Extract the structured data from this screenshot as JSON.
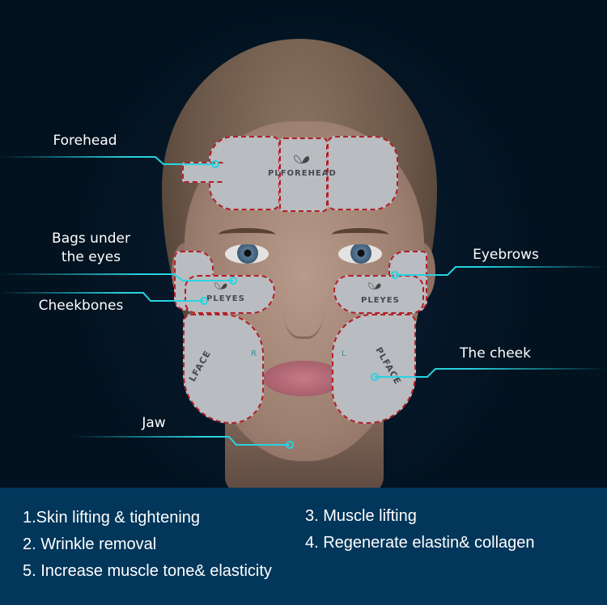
{
  "colors": {
    "background": "#02121f",
    "panel": "#02365a",
    "callout_line": "#27d3e0",
    "dash_outline": "#b11f25",
    "patch": "#b9bcc1"
  },
  "patches": {
    "forehead": {
      "brand": "PLFOREHEAD"
    },
    "eyes_left": {
      "brand": "PLEYES"
    },
    "eyes_right": {
      "brand": "PLEYES"
    },
    "face_left": {
      "brand": "LFACE",
      "side": "R"
    },
    "face_right": {
      "brand": "PLFACE",
      "side": "L"
    }
  },
  "labels": {
    "forehead": "Forehead",
    "bags_line1": "Bags under",
    "bags_line2": "the eyes",
    "cheekbones": "Cheekbones",
    "jaw": "Jaw",
    "eyebrows": "Eyebrows",
    "cheek": "The cheek"
  },
  "features": [
    "1.Skin lifting & tightening",
    "2. Wrinkle removal",
    "5. Increase muscle tone& elasticity",
    "3. Muscle lifting",
    "4. Regenerate elastin& collagen"
  ]
}
